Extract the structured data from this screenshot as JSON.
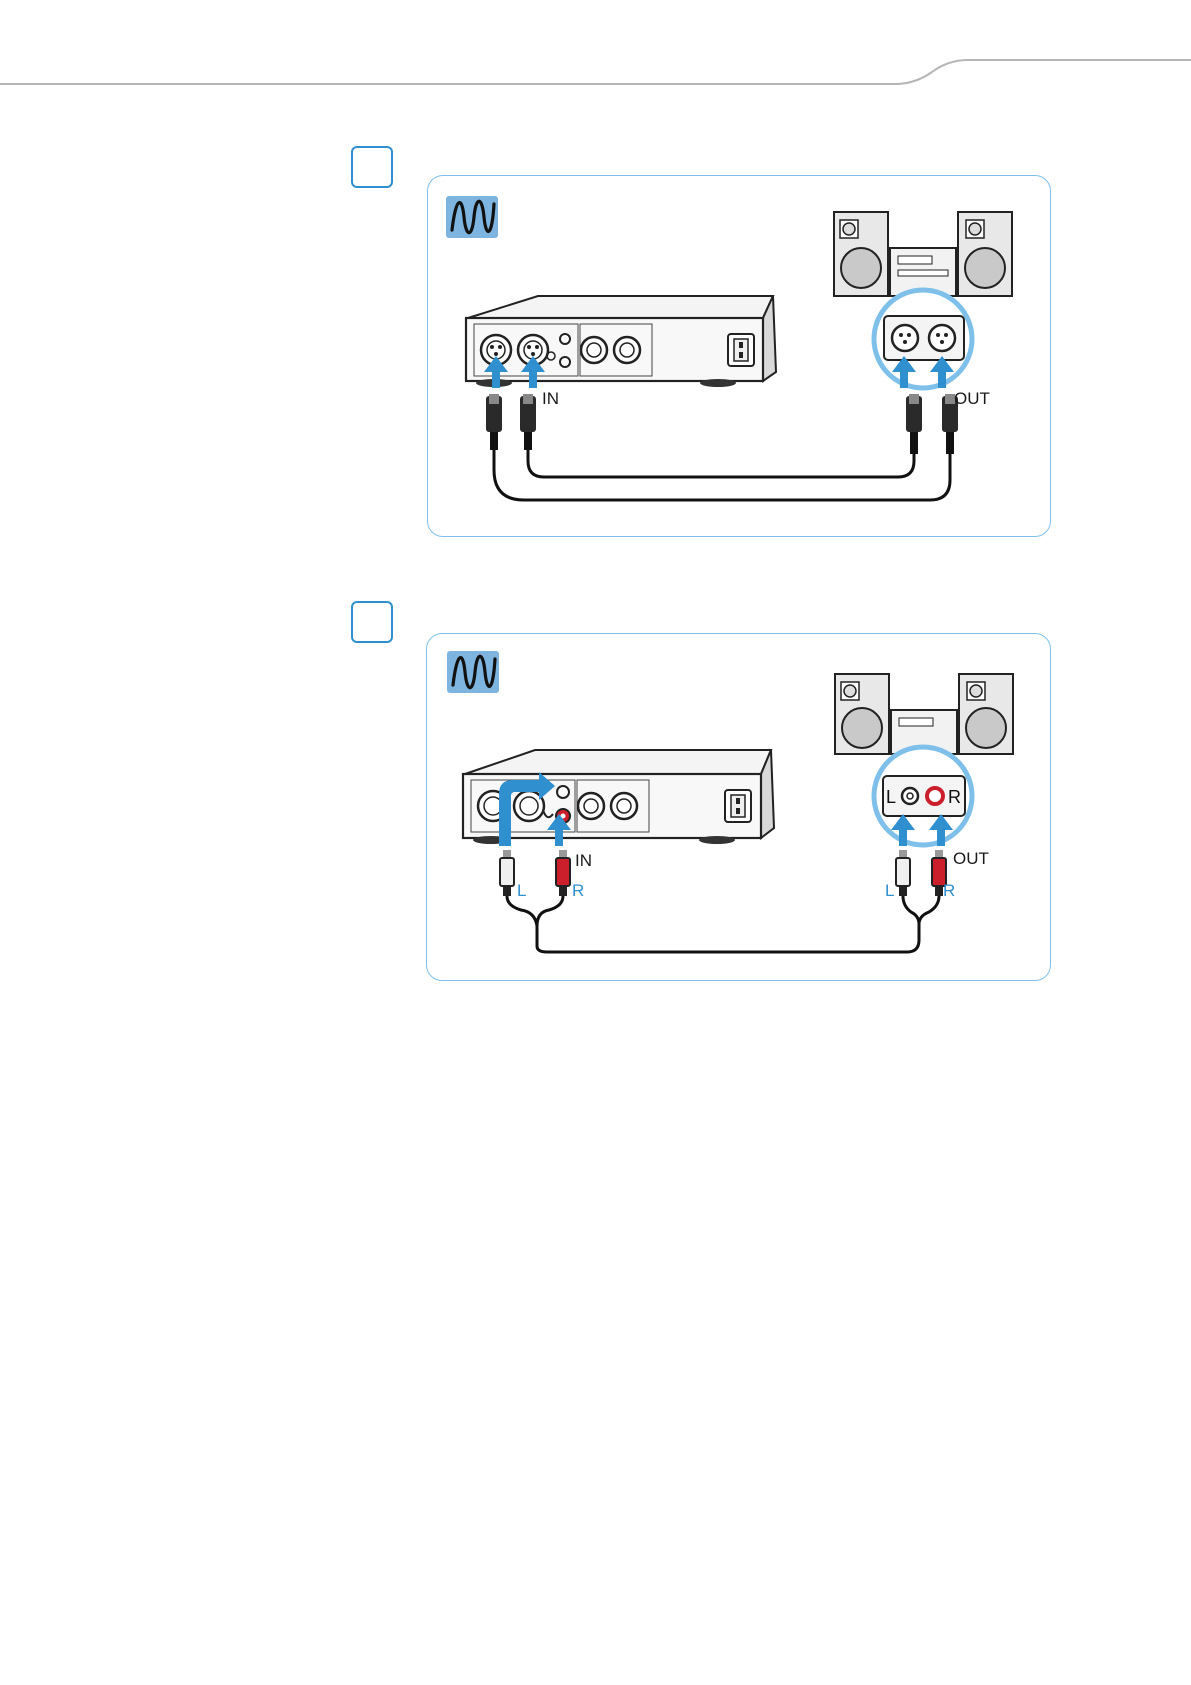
{
  "diagram_1": {
    "in_label": "IN",
    "out_label": "OUT",
    "icon": "analog-wave-icon"
  },
  "diagram_2": {
    "in_label": "IN",
    "out_label": "OUT",
    "left_label": "L",
    "right_label": "R",
    "zoom_left": "L",
    "zoom_right": "R",
    "icon": "analog-wave-icon"
  },
  "colors": {
    "accent": "#2f8fcf",
    "panel_border": "#7fc0ea",
    "badge_fill": "#7db4e0",
    "rca_red": "#cc1f2c"
  }
}
